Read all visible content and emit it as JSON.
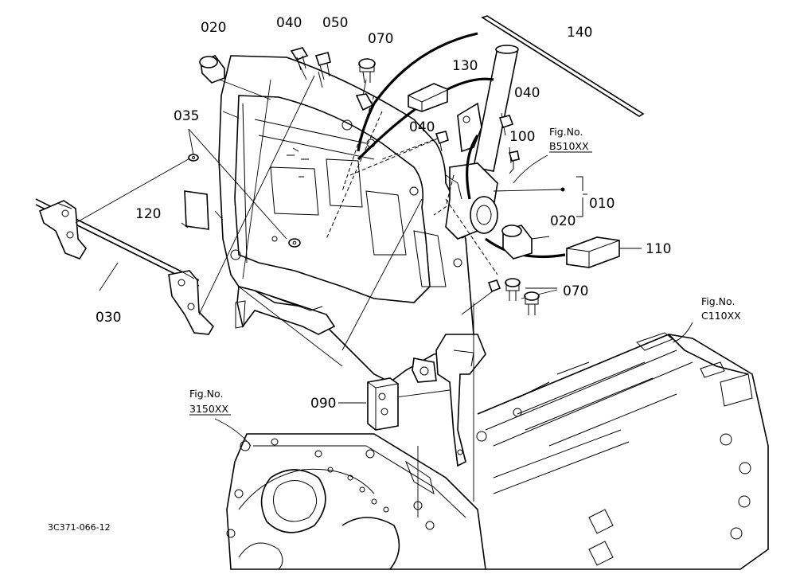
{
  "parts": [
    {
      "id": "p020a",
      "number": "020"
    },
    {
      "id": "p040a",
      "number": "040"
    },
    {
      "id": "p050",
      "number": "050"
    },
    {
      "id": "p070a",
      "number": "070"
    },
    {
      "id": "p140",
      "number": "140"
    },
    {
      "id": "p130",
      "number": "130"
    },
    {
      "id": "p040b",
      "number": "040"
    },
    {
      "id": "p040c",
      "number": "040"
    },
    {
      "id": "p100",
      "number": "100"
    },
    {
      "id": "p035",
      "number": "035"
    },
    {
      "id": "p010",
      "number": "010"
    },
    {
      "id": "p120",
      "number": "120"
    },
    {
      "id": "p020b",
      "number": "020"
    },
    {
      "id": "p110",
      "number": "110"
    },
    {
      "id": "p070b",
      "number": "070"
    },
    {
      "id": "p030",
      "number": "030"
    },
    {
      "id": "p090",
      "number": "090"
    }
  ],
  "figure_refs": [
    {
      "id": "b510",
      "caption": "Fig.No.",
      "ref": "B510XX"
    },
    {
      "id": "c110",
      "caption": "Fig.No.",
      "ref": "C110XX"
    },
    {
      "id": "f3150",
      "caption": "Fig.No.",
      "ref": "3150XX"
    }
  ],
  "diagram_code": "3C371-066-12"
}
